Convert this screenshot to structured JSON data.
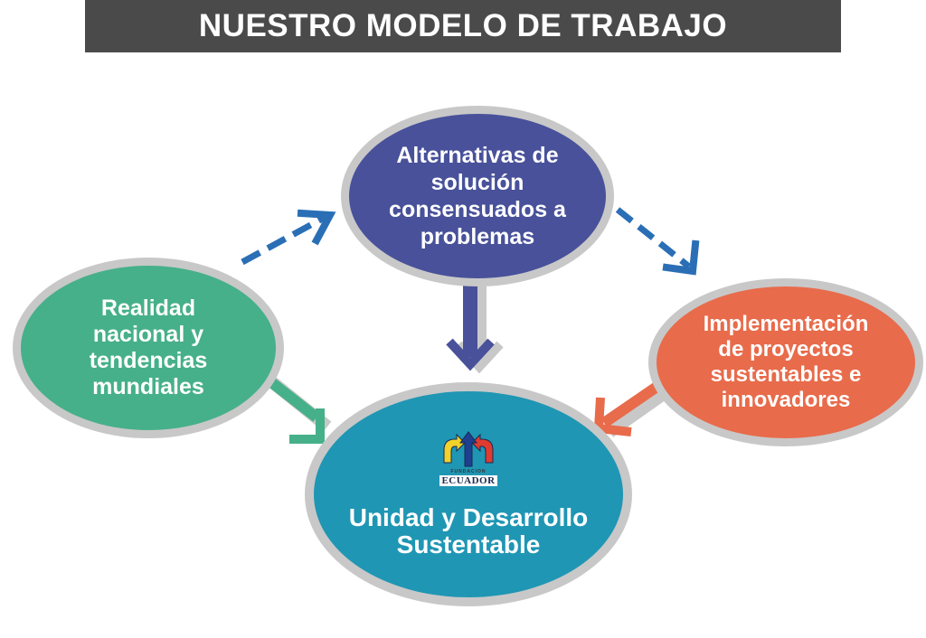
{
  "header": {
    "title": "NUESTRO MODELO DE TRABAJO"
  },
  "nodes": {
    "left": {
      "label": "Realidad\nnacional y\ntendencias\nmundiales",
      "color": "#46b08a"
    },
    "top": {
      "label": "Alternativas de\nsolución\nconsensuados a\nproblemas",
      "color": "#48519a"
    },
    "right": {
      "label": "Implementación\nde proyectos\nsustentables e\ninnovadores",
      "color": "#e86b4b"
    },
    "center": {
      "label": "Unidad y Desarrollo\nSustentable",
      "color": "#1f96b4"
    }
  },
  "logo": {
    "small_text": "FUNDACION",
    "name": "ECUADOR"
  },
  "edges": [
    {
      "from": "left",
      "to": "top",
      "style": "dashed",
      "color": "#2a6fb5"
    },
    {
      "from": "top",
      "to": "right",
      "style": "dashed",
      "color": "#2a6fb5"
    },
    {
      "from": "top",
      "to": "center",
      "style": "solid",
      "color": "#48519a"
    },
    {
      "from": "left",
      "to": "center",
      "style": "solid",
      "color": "#46b08a"
    },
    {
      "from": "right",
      "to": "center",
      "style": "solid",
      "color": "#e86b4b"
    }
  ]
}
